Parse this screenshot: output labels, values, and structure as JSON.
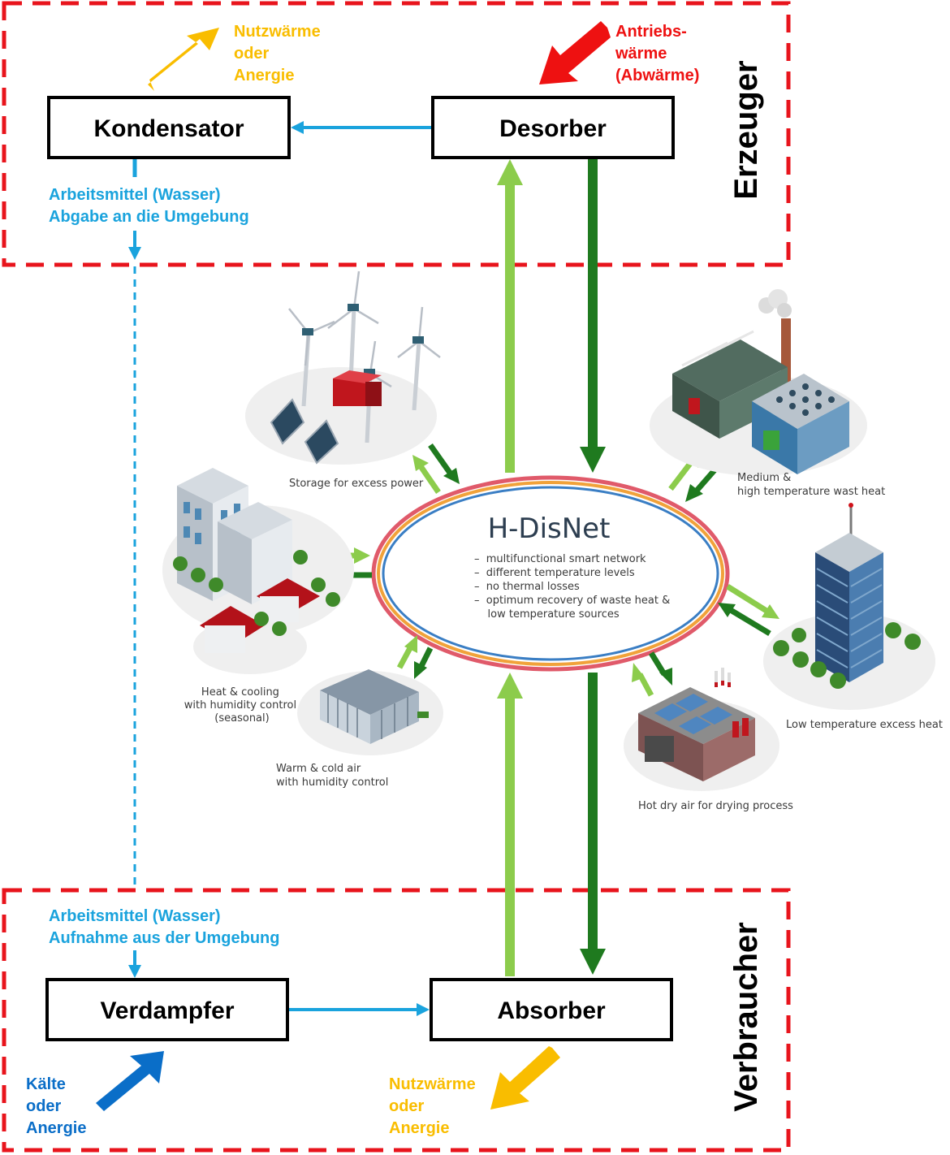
{
  "regions": {
    "top_label": "Erzeuger",
    "bottom_label": "Verbraucher"
  },
  "boxes": {
    "kondensator": "Kondensator",
    "desorber": "Desorber",
    "verdampfer": "Verdampfer",
    "absorber": "Absorber"
  },
  "labels": {
    "top_heat_out": [
      "Nutzwärme",
      "oder",
      "Anergie"
    ],
    "drive_heat": [
      "Antriebs-",
      "wärme",
      "(Abwärme)"
    ],
    "water_release": [
      "Arbeitsmittel (Wasser)",
      "Abgabe an die Umgebung"
    ],
    "water_intake": [
      "Arbeitsmittel (Wasser)",
      "Aufnahme aus der Umgebung"
    ],
    "cold_in": [
      "Kälte",
      "oder",
      "Anergie"
    ],
    "bottom_heat_out": [
      "Nutzwärme",
      "oder",
      "Anergie"
    ]
  },
  "hub": {
    "title": "H-DisNet",
    "items": [
      "–  multifunctional smart network",
      "–  different temperature levels",
      "–  no thermal losses",
      "–  optimum recovery of waste heat &",
      "    low temperature sources"
    ]
  },
  "captions": {
    "storage": "Storage for excess power",
    "industrial": [
      "Medium &",
      "high temperature wast heat"
    ],
    "residential": [
      "Heat & cooling",
      "with humidity control",
      "(seasonal)"
    ],
    "office": "Low temperature excess heat",
    "greenhouse": [
      "Warm & cold air",
      "with humidity control"
    ],
    "drying": "Hot dry air for drying process"
  },
  "colors": {
    "region_border": "#e8141c",
    "flow_blue": "#1aa3dd",
    "light_green": "#8ccc4c",
    "dark_green": "#1f7a1f",
    "heat_yellow": "#f9bd00",
    "drive_red": "#ee1111",
    "cold_blue": "#0a6ec8",
    "hub_ring": [
      "#e05a6a",
      "#f1a23a",
      "#3a7ec4"
    ]
  }
}
